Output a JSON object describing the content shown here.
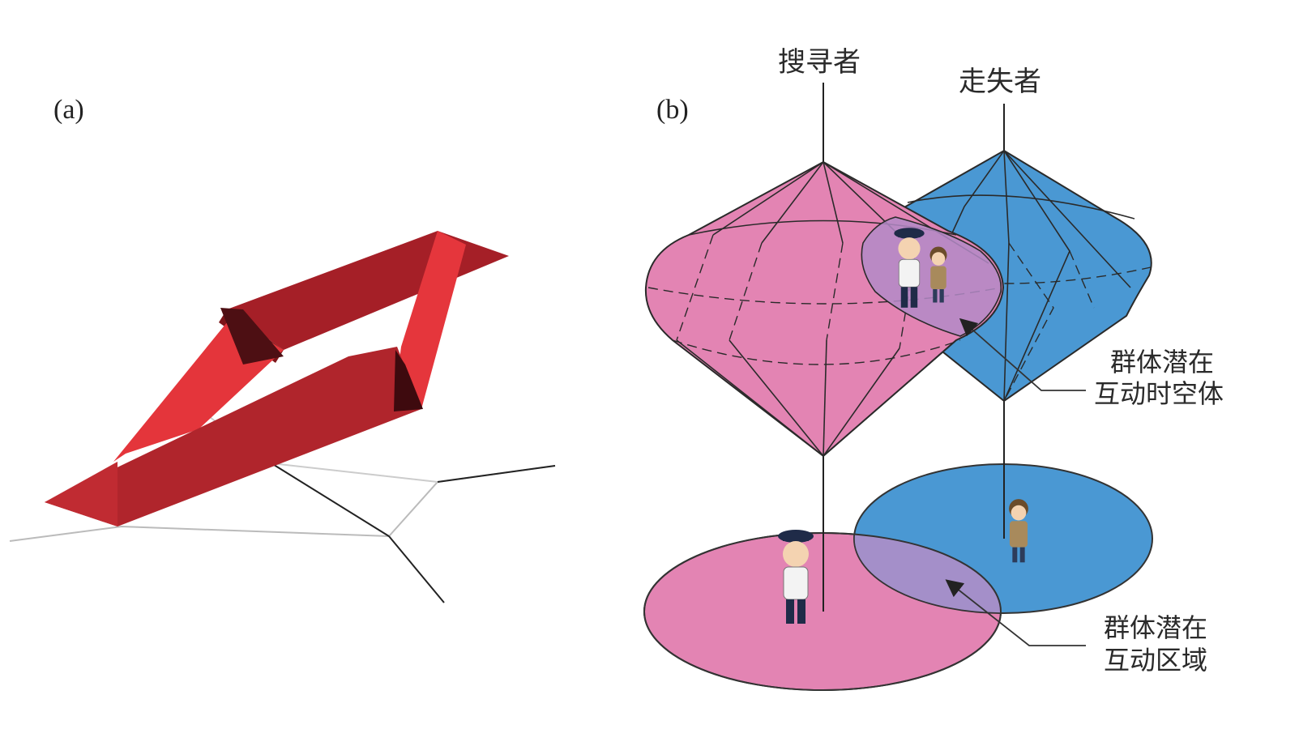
{
  "panels": {
    "a": {
      "label": "(a)"
    },
    "b": {
      "label": "(b)"
    }
  },
  "labels": {
    "searcher": "搜寻者",
    "lost_person": "走失者",
    "volume_line1": "群体潜在",
    "volume_line2": "互动时空体",
    "area_line1": "群体潜在",
    "area_line2": "互动区域"
  },
  "colors": {
    "searcher": "#e27fae",
    "lost_person": "#4a98d3",
    "overlap": "#a890c8",
    "prism_red": "#b2252c",
    "prism_red_light": "#e33a3f",
    "prism_dark": "#4a0e12"
  }
}
